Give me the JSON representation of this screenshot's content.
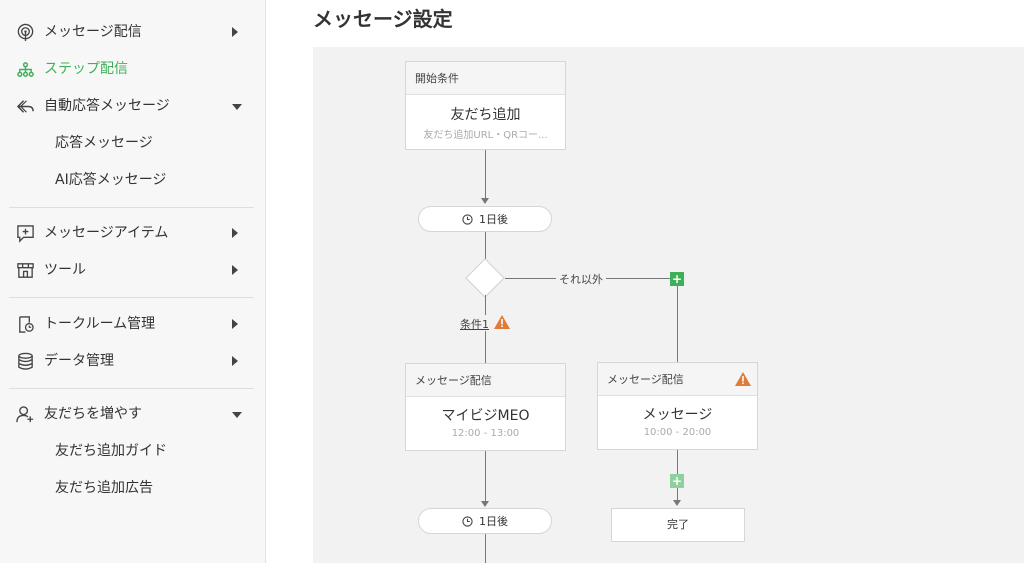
{
  "sidebar": {
    "items": [
      {
        "label": "メッセージ配信",
        "icon": "broadcast-icon"
      },
      {
        "label": "ステップ配信",
        "icon": "step-tree-icon",
        "active": true
      },
      {
        "label": "自動応答メッセージ",
        "icon": "reply-icon"
      },
      {
        "label": "応答メッセージ"
      },
      {
        "label": "AI応答メッセージ"
      },
      {
        "label": "メッセージアイテム",
        "icon": "message-plus-icon"
      },
      {
        "label": "ツール",
        "icon": "store-icon"
      },
      {
        "label": "トークルーム管理",
        "icon": "chat-room-icon"
      },
      {
        "label": "データ管理",
        "icon": "database-icon"
      },
      {
        "label": "友だちを増やす",
        "icon": "add-friend-icon"
      },
      {
        "label": "友だち追加ガイド"
      },
      {
        "label": "友だち追加広告"
      }
    ]
  },
  "main": {
    "title": "メッセージ設定"
  },
  "flow": {
    "start": {
      "header": "開始条件",
      "title": "友だち追加",
      "subtitle": "友だち追加URL・QRコー..."
    },
    "delay1": "1日後",
    "branch_else": "それ以外",
    "condition": "条件1",
    "msg_left": {
      "header": "メッセージ配信",
      "title": "マイビジMEO",
      "time": "12:00 - 13:00"
    },
    "msg_right": {
      "header": "メッセージ配信",
      "title": "メッセージ",
      "time": "10:00 - 20:00"
    },
    "delay2": "1日後",
    "done": "完了"
  },
  "colors": {
    "accent": "#3eb05a",
    "warning": "#e07b39"
  }
}
